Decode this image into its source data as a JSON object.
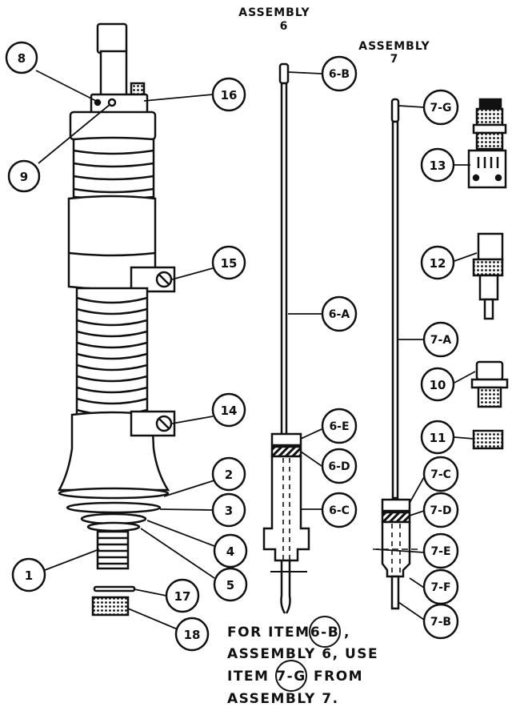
{
  "assembly6_label": [
    "ASSEMBLY",
    "6"
  ],
  "assembly7_label": [
    "ASSEMBLY",
    "7"
  ],
  "callouts": {
    "c8": "8",
    "c9": "9",
    "c16": "16",
    "c15": "15",
    "c14": "14",
    "c2": "2",
    "c3": "3",
    "c4": "4",
    "c5": "5",
    "c1": "1",
    "c17": "17",
    "c18": "18",
    "c6b": "6-B",
    "c6a": "6-A",
    "c6e": "6-E",
    "c6d": "6-D",
    "c6c": "6-C",
    "c7g": "7-G",
    "c7a": "7-A",
    "c7c": "7-C",
    "c7d": "7-D",
    "c7e": "7-E",
    "c7f": "7-F",
    "c7b": "7-B",
    "c13": "13",
    "c12": "12",
    "c10": "10",
    "c11": "11"
  },
  "note": {
    "line1_prefix": "FOR ITEM",
    "line1_ref": "6-B",
    "line1_suffix": ",",
    "line2": "ASSEMBLY 6, USE",
    "line3_prefix": "ITEM",
    "line3_ref": "7-G",
    "line3_suffix": "FROM",
    "line4": "ASSEMBLY 7."
  }
}
